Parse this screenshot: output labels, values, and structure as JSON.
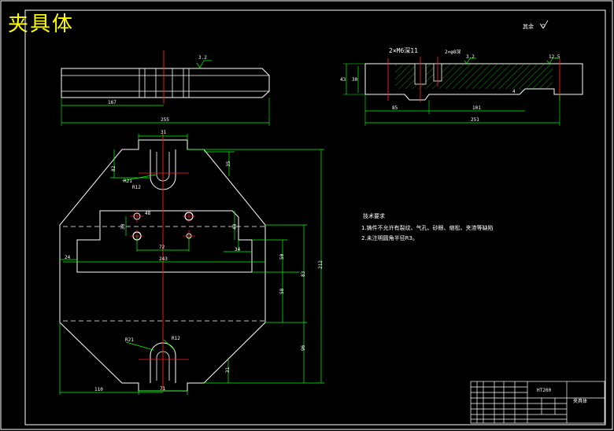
{
  "drawing_title": "夹具体",
  "roughness_note": "其余",
  "tech_req": {
    "heading": "技术要求",
    "item1": "1.铸件不允许有裂纹、气孔、砂眼、缩松、夹渣等缺陷",
    "item2": "2.未注明圆角半径R3。"
  },
  "top_view": {
    "roughness": "3.2",
    "dim_inner": "167",
    "dim_total": "255"
  },
  "section_view": {
    "thread_label": "2×M6深11",
    "hole_label": "2×φ8深",
    "roughness_a": "3.2",
    "roughness_b": "12.5",
    "dim_h1": "43",
    "dim_h2": "30",
    "dim_85": "85",
    "dim_101": "101",
    "dim_251": "251",
    "dim_small": "4"
  },
  "plan_view": {
    "dim_top_slot": "31",
    "dim_82": "82",
    "dim_35": "35",
    "r21_top": "R21",
    "r12_top": "R12",
    "dim_48": "48",
    "dim_30": "30",
    "dim_72": "72",
    "dim_40": "40",
    "dim_34": "34",
    "dim_24": "24",
    "dim_243": "243",
    "dim_50": "50",
    "dim_83": "83",
    "dim_58": "58",
    "dim_212": "212",
    "r21_bot": "R21",
    "r12_bot": "R12",
    "dim_96": "96",
    "dim_31b": "31",
    "dim_110": "110",
    "dim_71": "71"
  },
  "title_block": {
    "material": "HT200",
    "part_name": "夹具体"
  }
}
